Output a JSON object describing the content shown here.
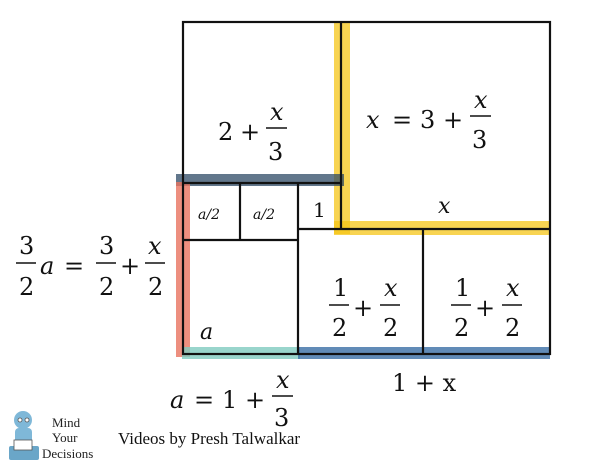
{
  "expressions": {
    "top_left": {
      "whole": "2",
      "op": "+",
      "num": "x",
      "den": "3"
    },
    "top_right": {
      "lhs": "x",
      "eq": "=",
      "whole": "3",
      "op": "+",
      "num": "x",
      "den": "3"
    },
    "left_eq": {
      "n1": "3",
      "d1": "2",
      "var": "a",
      "eq": "=",
      "n2": "3",
      "d2": "2",
      "op": "+",
      "n3": "x",
      "d3": "2"
    },
    "small_a1": "a/2",
    "small_a2": "a/2",
    "small_one": "1",
    "x_label": "x",
    "a_label": "a",
    "mid_frac": {
      "num": "1",
      "den": "2",
      "op": "+",
      "num2": "x",
      "den2": "2"
    },
    "right_frac": {
      "num": "1",
      "den": "2",
      "op": "+",
      "num2": "x",
      "den2": "2"
    },
    "bottom_left": {
      "var": "a",
      "eq": "=",
      "whole": "1",
      "op": "+",
      "num": "x",
      "den": "3"
    },
    "bottom_right": "1 + x"
  },
  "credits": {
    "logo_line1": "Mind",
    "logo_line2": "Your",
    "logo_line3": "Decisions",
    "byline": "Videos by Presh Talwalkar"
  },
  "colors": {
    "yellow": "#f5c518",
    "navy": "#2e4a66",
    "red": "#e8735f",
    "teal": "#7fcbbf",
    "blue": "#3a6ea5"
  }
}
